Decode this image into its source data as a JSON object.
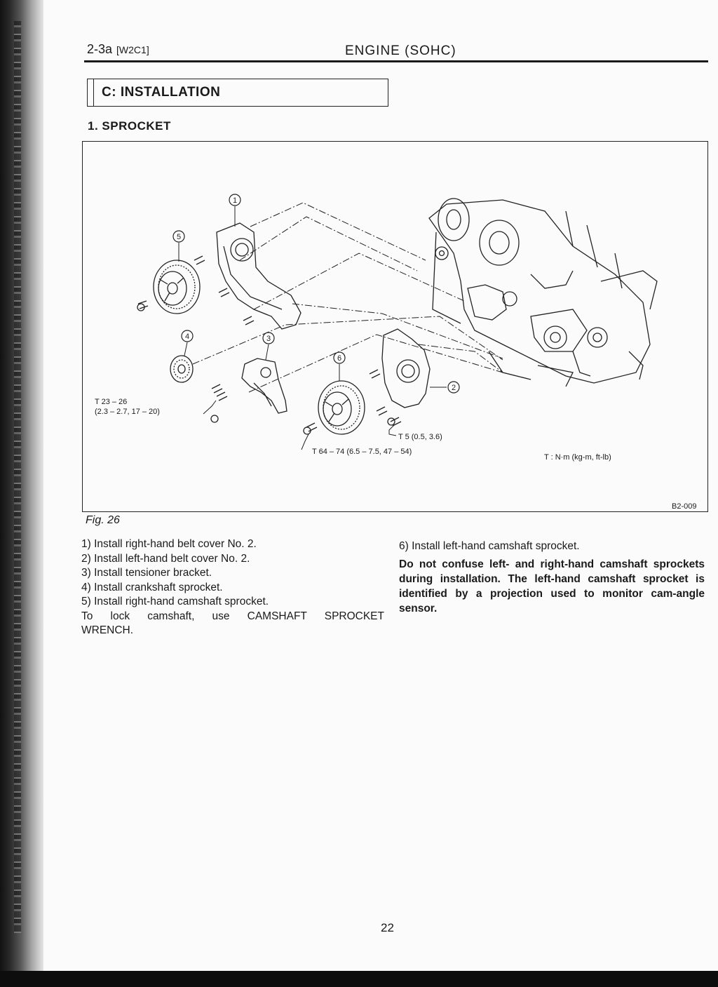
{
  "header": {
    "section_code": "2-3a",
    "bracket_code": "[W2C1]",
    "title": "ENGINE (SOHC)"
  },
  "section": {
    "title": "C: INSTALLATION"
  },
  "subsection": {
    "title": "1. SPROCKET"
  },
  "figure": {
    "caption": "Fig. 26",
    "code": "B2-009",
    "callouts": [
      "1",
      "2",
      "3",
      "4",
      "5",
      "6"
    ],
    "torques": {
      "t1_line1": "T  23 – 26",
      "t1_line2": "(2.3 – 2.7, 17 – 20)",
      "t2": "T  5 (0.5, 3.6)",
      "t3": "T  64 – 74 (6.5 – 7.5, 47 – 54)"
    },
    "legend": "T  :  N·m (kg-m, ft-lb)"
  },
  "steps": [
    "1) Install right-hand belt cover No. 2.",
    "2) Install left-hand belt cover No. 2.",
    "3) Install tensioner bracket.",
    "4) Install crankshaft sprocket.",
    "5) Install right-hand camshaft sprocket."
  ],
  "step5_note_line1": "To lock camshaft, use CAMSHAFT SPROCKET",
  "step5_note_line2": "WRENCH.",
  "right": {
    "step6": "6) Install left-hand camshaft sprocket.",
    "note": "Do not confuse left- and right-hand camshaft sprockets during installation. The left-hand camshaft sprocket is identified by a projection used to monitor cam-angle sensor."
  },
  "page_number": "22"
}
